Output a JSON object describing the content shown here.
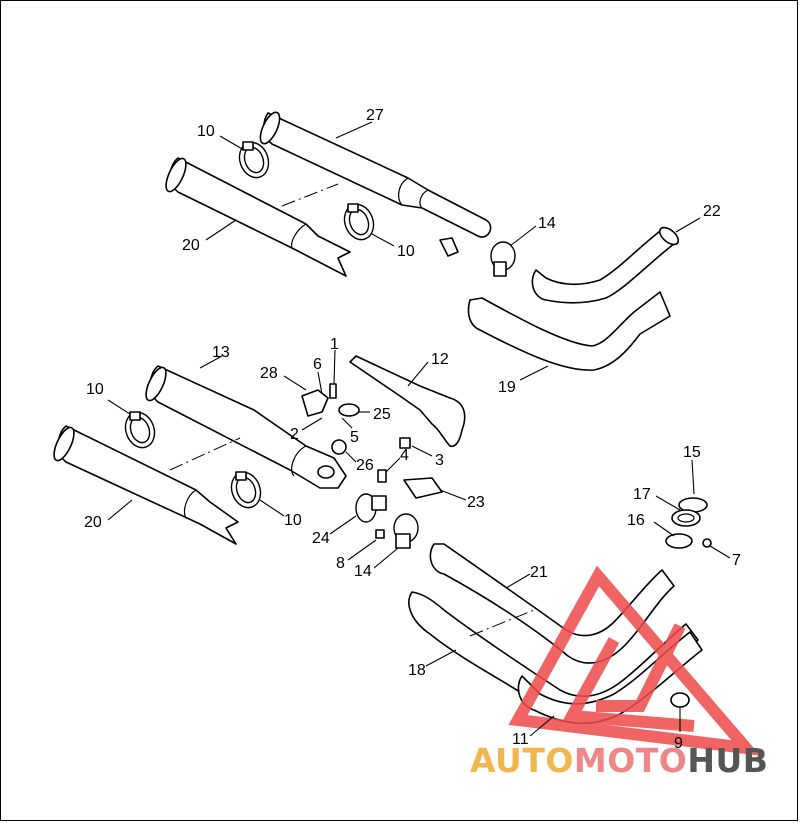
{
  "callouts": [
    "27",
    "10",
    "20",
    "10",
    "14",
    "22",
    "19",
    "1",
    "12",
    "13",
    "6",
    "28",
    "10",
    "25",
    "5",
    "2",
    "26",
    "4",
    "3",
    "20",
    "10",
    "24",
    "23",
    "8",
    "14",
    "15",
    "17",
    "16",
    "7",
    "21",
    "18",
    "11",
    "9"
  ],
  "watermark": {
    "part1": "AUTO",
    "part2": "MOTO",
    "part3": "HUB",
    "color_light": "#f3b54e",
    "color_mid": "#ee8787",
    "color_dark": "#555555",
    "logo_color": "#ee4a4a"
  }
}
